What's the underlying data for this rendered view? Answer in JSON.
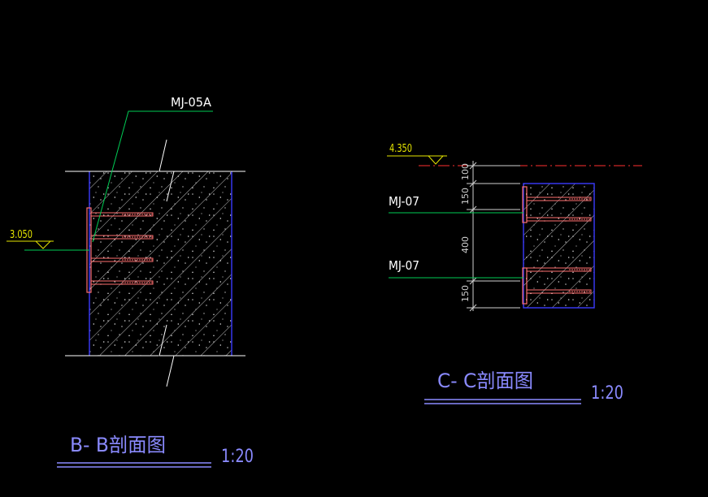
{
  "colors": {
    "background": "#000000",
    "outline": "#ffffff",
    "wall_edge": "#3b3bff",
    "hatch": "#c8c8c8",
    "leader": "#00cc55",
    "elevation": "#e6e600",
    "embed": "#ff7070",
    "title": "#8a8aff",
    "axis": "#ff3030",
    "dimension": "#d0d0d0"
  },
  "section_bb": {
    "title": "B- B剖面图",
    "scale": "1:20",
    "tag": "MJ-05A",
    "elevation": "3.050"
  },
  "section_cc": {
    "title": "C- C剖面图",
    "scale": "1:20",
    "elevation": "4.350",
    "tag_upper": "MJ-07",
    "tag_lower": "MJ-07",
    "dims": [
      "100",
      "150",
      "400",
      "150"
    ]
  }
}
